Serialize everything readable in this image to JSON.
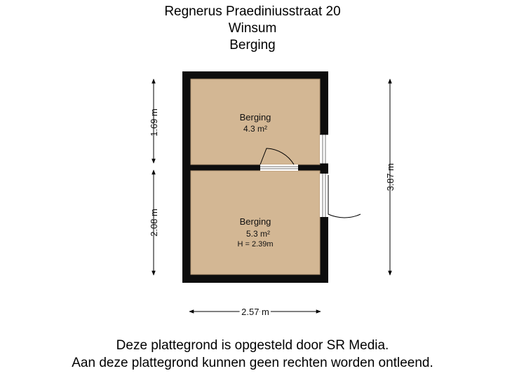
{
  "title": {
    "street": "Regnerus Praediniusstraat 20",
    "city": "Winsum",
    "floor": "Berging"
  },
  "rooms": [
    {
      "name": "Berging",
      "area": "4.3 m²"
    },
    {
      "name": "Berging",
      "area": "5.3 m²",
      "height": "H = 2.39m"
    }
  ],
  "dimensions": {
    "left_upper": "1.69 m",
    "left_lower": "2.08 m",
    "right_total": "3.87 m",
    "bottom_width": "2.57 m"
  },
  "footer": {
    "line1": "Deze plattegrond is opgesteld door SR Media.",
    "line2": "Aan deze plattegrond kunnen geen rechten worden ontleend."
  },
  "colors": {
    "floor": "#d3b794",
    "wall": "#0d0d0d",
    "dimension": "#000000"
  }
}
